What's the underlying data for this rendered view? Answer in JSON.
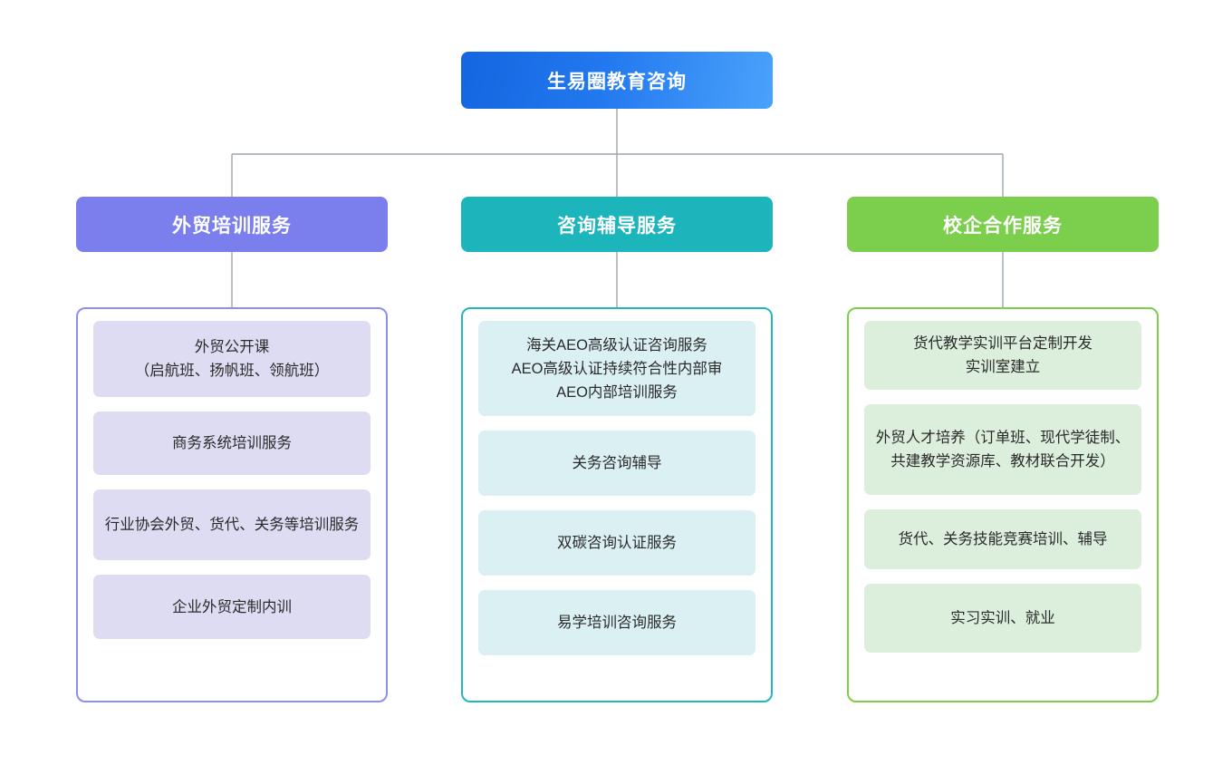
{
  "diagram": {
    "type": "organization-chart",
    "root": {
      "label": "生易圈教育咨询",
      "color": "#2278ef"
    },
    "connector_color": "#9aa6ad",
    "branches": [
      {
        "id": "foreign-trade-training",
        "label": "外贸培训服务",
        "header_color": "#7b7fee",
        "border_color": "#8b8ff0",
        "leaf_color": "#dedcf2",
        "items": [
          "外贸公开课\n（启航班、扬帆班、领航班）",
          "商务系统培训服务",
          "行业协会外贸、货代、关务等培训服务",
          "企业外贸定制内训"
        ]
      },
      {
        "id": "consulting-tutoring",
        "label": "咨询辅导服务",
        "header_color": "#1cb5bc",
        "border_color": "#21b8bd",
        "leaf_color": "#dbf0f2",
        "items": [
          "海关AEO高级认证咨询服务\nAEO高级认证持续符合性内部审\nAEO内部培训服务",
          "关务咨询辅导",
          "双碳咨询认证服务",
          "易学培训咨询服务"
        ]
      },
      {
        "id": "school-enterprise-cooperation",
        "label": "校企合作服务",
        "header_color": "#7bcf4c",
        "border_color": "#7bcf4c",
        "leaf_color": "#dcefdd",
        "items": [
          "货代教学实训平台定制开发\n实训室建立",
          "外贸人才培养（订单班、现代学徒制、共建教学资源库、教材联合开发）",
          "货代、关务技能竞赛培训、辅导",
          "实习实训、就业"
        ]
      }
    ]
  }
}
